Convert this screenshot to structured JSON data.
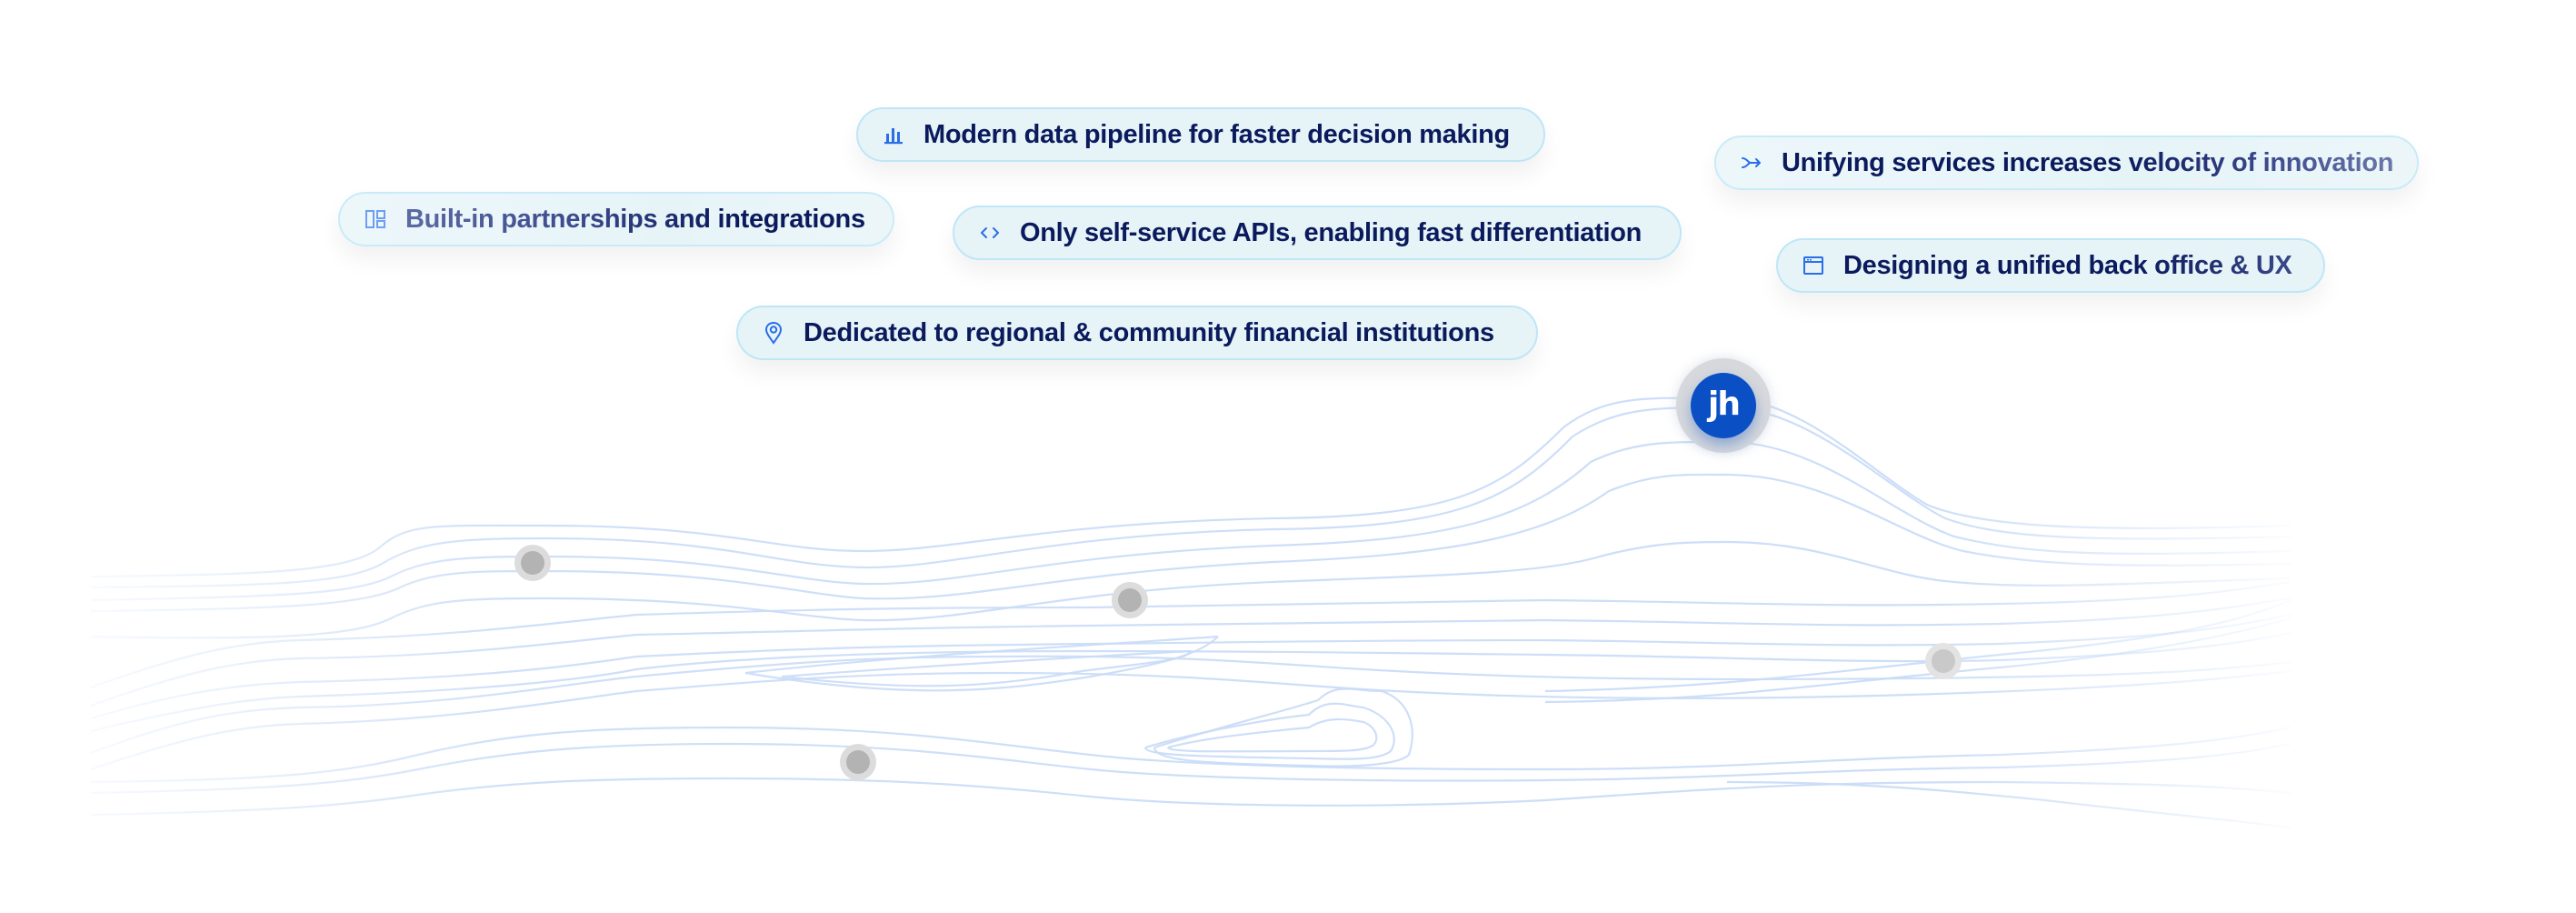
{
  "features": [
    {
      "id": "data-pipeline",
      "icon": "bar-chart-icon",
      "label": "Modern data pipeline for faster decision making"
    },
    {
      "id": "partnerships",
      "icon": "layout-panels-icon",
      "label": "Built-in partnerships and integrations"
    },
    {
      "id": "self-service",
      "icon": "code-brackets-icon",
      "label": "Only self-service APIs, enabling fast differentiation"
    },
    {
      "id": "regional",
      "icon": "map-pin-icon",
      "label": "Dedicated to regional & community financial institutions"
    },
    {
      "id": "unifying",
      "icon": "merge-arrow-icon",
      "label": "Unifying services increases velocity of innovation"
    },
    {
      "id": "back-office",
      "icon": "browser-window-icon",
      "label": "Designing a unified back office & UX"
    }
  ],
  "logo": {
    "text": "jh",
    "color": "#0a4fc4",
    "ring_color": "#d6d8dc"
  },
  "colors": {
    "pill_background": "#e6f4f8",
    "pill_border": "#bfe6f7",
    "label_text": "#0b1a5c",
    "icon": "#2a6ee8",
    "flow_lines": "#c9dcf7",
    "node_dot": "#b3b3b3"
  }
}
